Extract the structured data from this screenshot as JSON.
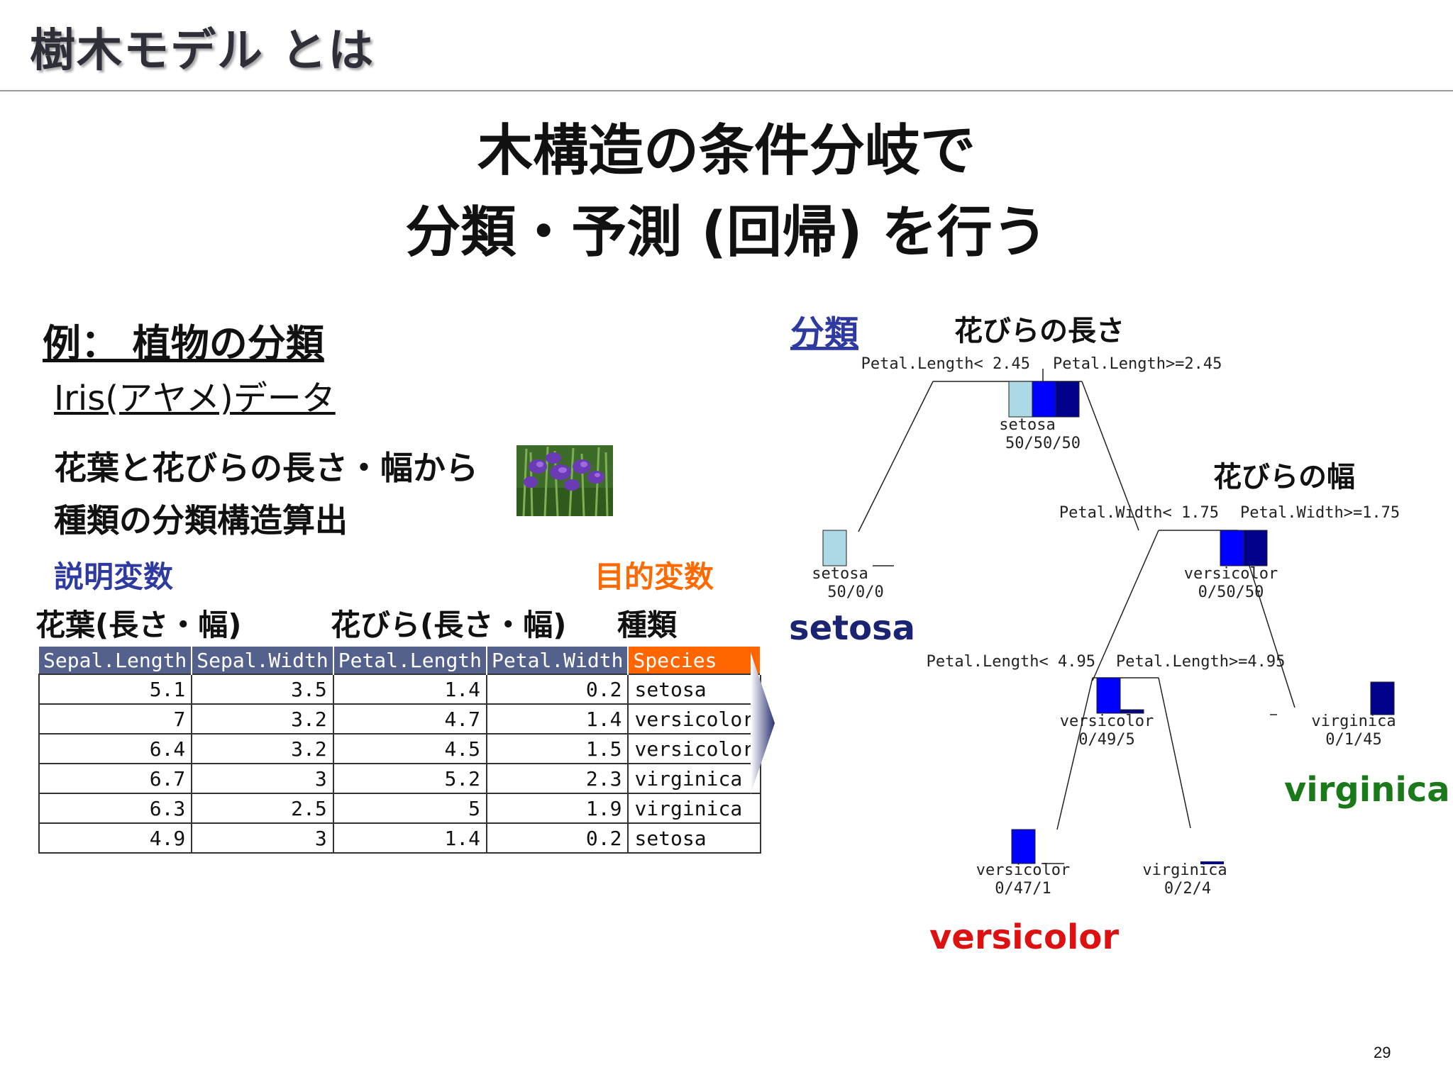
{
  "slide": {
    "title": "樹木モデル とは",
    "headline_line1": "木構造の条件分岐で",
    "headline_line2": "分類・予測 (回帰) を行う",
    "page_number": "29"
  },
  "example": {
    "label": "例： 植物の分類",
    "dataset": "Iris(アヤメ)データ",
    "description_line1": "花葉と花びらの長さ・幅から",
    "description_line2": "種類の分類構造算出",
    "explanatory_label": "説明変数",
    "target_label": "目的変数",
    "group_sepal": "花葉(長さ・幅)",
    "group_petal": "花びら(長さ・幅)",
    "group_species": "種類"
  },
  "table": {
    "columns": [
      "Sepal.Length",
      "Sepal.Width",
      "Petal.Length",
      "Petal.Width",
      "Species"
    ],
    "rows": [
      [
        "5.1",
        "3.5",
        "1.4",
        "0.2",
        "setosa"
      ],
      [
        "7",
        "3.2",
        "4.7",
        "1.4",
        "versicolor"
      ],
      [
        "6.4",
        "3.2",
        "4.5",
        "1.5",
        "versicolor"
      ],
      [
        "6.7",
        "3",
        "5.2",
        "2.3",
        "virginica"
      ],
      [
        "6.3",
        "2.5",
        "5",
        "1.9",
        "virginica"
      ],
      [
        "4.9",
        "3",
        "1.4",
        "0.2",
        "setosa"
      ]
    ]
  },
  "tree": {
    "classification_label": "分類",
    "root_feature_label": "花びらの長さ",
    "second_feature_label": "花びらの幅",
    "split_root_left": "Petal.Length< 2.45",
    "split_root_right": "Petal.Length>=2.45",
    "split_width_left": "Petal.Width< 1.75",
    "split_width_right": "Petal.Width>=1.75",
    "split_len2_left": "Petal.Length< 4.95",
    "split_len2_right": "Petal.Length>=4.95",
    "node_root_class": "setosa",
    "node_root_counts": "50/50/50",
    "node_setosa_class": "setosa",
    "node_setosa_counts": "50/0/0",
    "node_mid_class": "versicolor",
    "node_mid_counts": "0/50/50",
    "node_inner_class": "versicolor",
    "node_inner_counts": "0/49/5",
    "node_virg_right_class": "virginica",
    "node_virg_right_counts": "0/1/45",
    "node_vers_leaf_class": "versicolor",
    "node_vers_leaf_counts": "0/47/1",
    "node_virg_leaf_class": "virginica",
    "node_virg_leaf_counts": "0/2/4",
    "result_setosa": "setosa",
    "result_virginica": "virginica",
    "result_versicolor": "versicolor",
    "colors": {
      "setosa": "#add8e6",
      "versicolor": "#0000ff",
      "virginica": "#00008b",
      "setosa_text": "#1a2473",
      "virginica_text": "#1a7a1a",
      "versicolor_text": "#dd1111"
    }
  }
}
